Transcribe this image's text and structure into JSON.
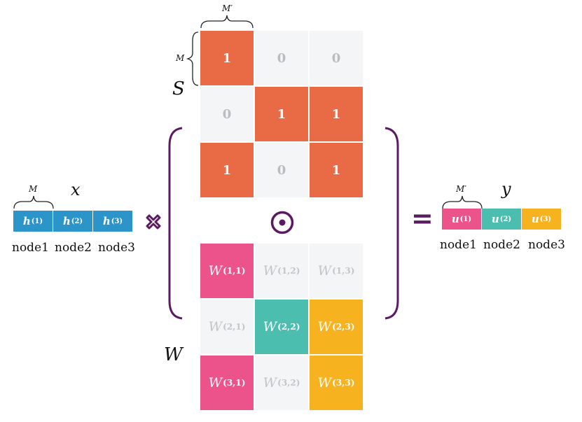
{
  "labels": {
    "S": "S",
    "W": "W",
    "x": "x",
    "y": "y",
    "M_top": "M′",
    "M_left": "M",
    "M_x": "M",
    "M_y": "M′",
    "equals": "="
  },
  "S_matrix": {
    "rows": [
      [
        "1",
        "0",
        "0"
      ],
      [
        "0",
        "1",
        "1"
      ],
      [
        "1",
        "0",
        "1"
      ]
    ],
    "on_color": "#e96b45",
    "off_color": "#f3f5f7",
    "off_text": "#b9bcc0"
  },
  "W_matrix": {
    "rows": [
      [
        {
          "base": "W",
          "sup": "(1,1)",
          "on": true,
          "color": "#ec538a"
        },
        {
          "base": "W",
          "sup": "(1,2)",
          "on": false
        },
        {
          "base": "W",
          "sup": "(1,3)",
          "on": false
        }
      ],
      [
        {
          "base": "W",
          "sup": "(2,1)",
          "on": false
        },
        {
          "base": "W",
          "sup": "(2,2)",
          "on": true,
          "color": "#4bbeaf"
        },
        {
          "base": "W",
          "sup": "(2,3)",
          "on": true,
          "color": "#f7b21f"
        }
      ],
      [
        {
          "base": "W",
          "sup": "(3,1)",
          "on": true,
          "color": "#ec538a"
        },
        {
          "base": "W",
          "sup": "(3,2)",
          "on": false
        },
        {
          "base": "W",
          "sup": "(3,3)",
          "on": true,
          "color": "#f7b21f"
        }
      ]
    ]
  },
  "x_vector": {
    "cells": [
      {
        "base": "h",
        "sup": "(1)"
      },
      {
        "base": "h",
        "sup": "(2)"
      },
      {
        "base": "h",
        "sup": "(3)"
      }
    ],
    "color": "#2b94c8",
    "nodes": [
      "node1",
      "node2",
      "node3"
    ]
  },
  "y_vector": {
    "cells": [
      {
        "base": "u",
        "sup": "(1)",
        "color": "#ec538a"
      },
      {
        "base": "u",
        "sup": "(2)",
        "color": "#4bbeaf"
      },
      {
        "base": "u",
        "sup": "(3)",
        "color": "#f7b21f"
      }
    ],
    "nodes": [
      "node1",
      "node2",
      "node3"
    ]
  },
  "colors": {
    "bracket": "#5b1a63",
    "operator": "#5b1a63"
  }
}
